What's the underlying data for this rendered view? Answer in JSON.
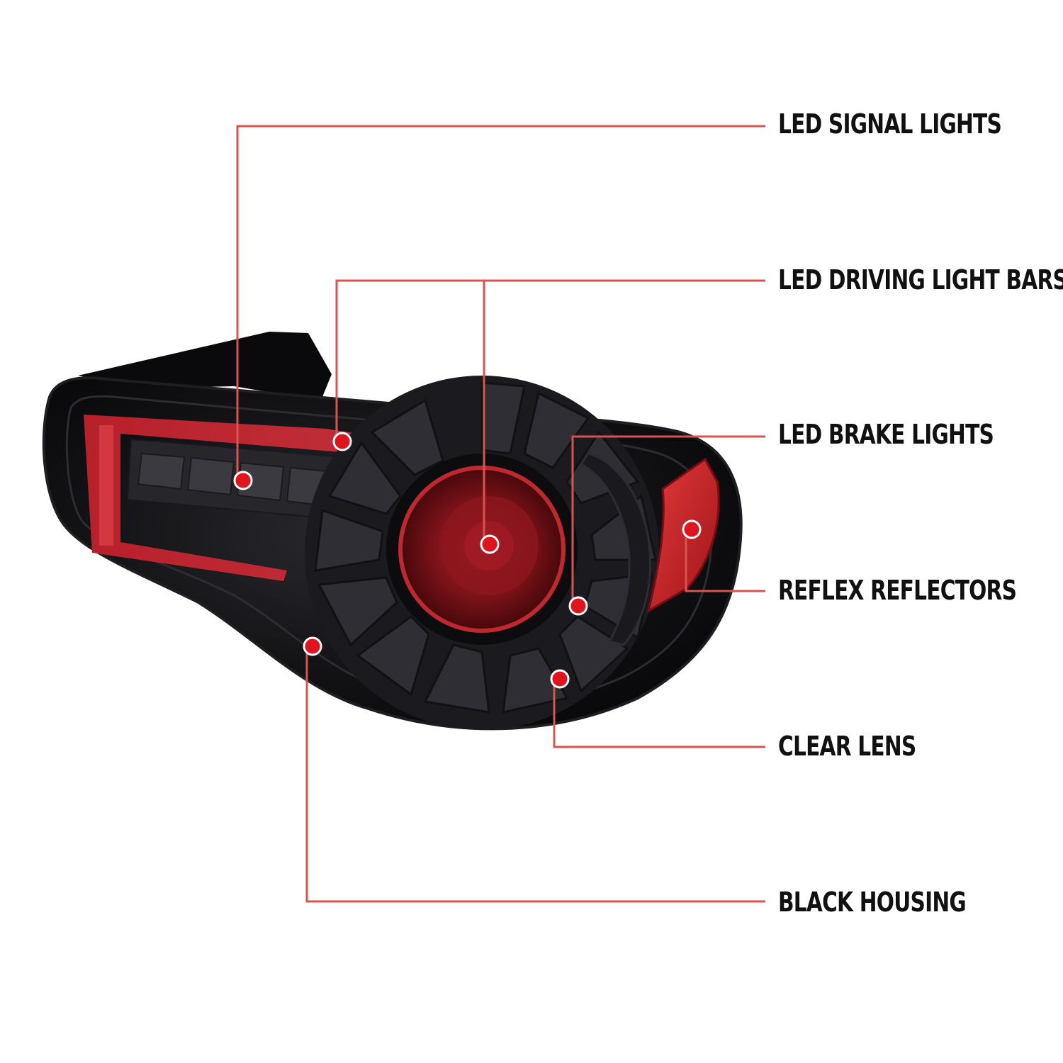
{
  "callouts": {
    "signal": "LED SIGNAL LIGHTS",
    "driving": "LED DRIVING LIGHT BARS",
    "brake": "LED BRAKE LIGHTS",
    "reflex": "REFLEX REFLECTORS",
    "lens": "CLEAR LENS",
    "housing": "BLACK HOUSING"
  },
  "colors": {
    "leader_line": "#d9534f",
    "marker": "#e0141c",
    "housing": "#0b0b0d",
    "accent_red": "#c0202a",
    "label_text": "#111111",
    "background": "#ffffff"
  }
}
